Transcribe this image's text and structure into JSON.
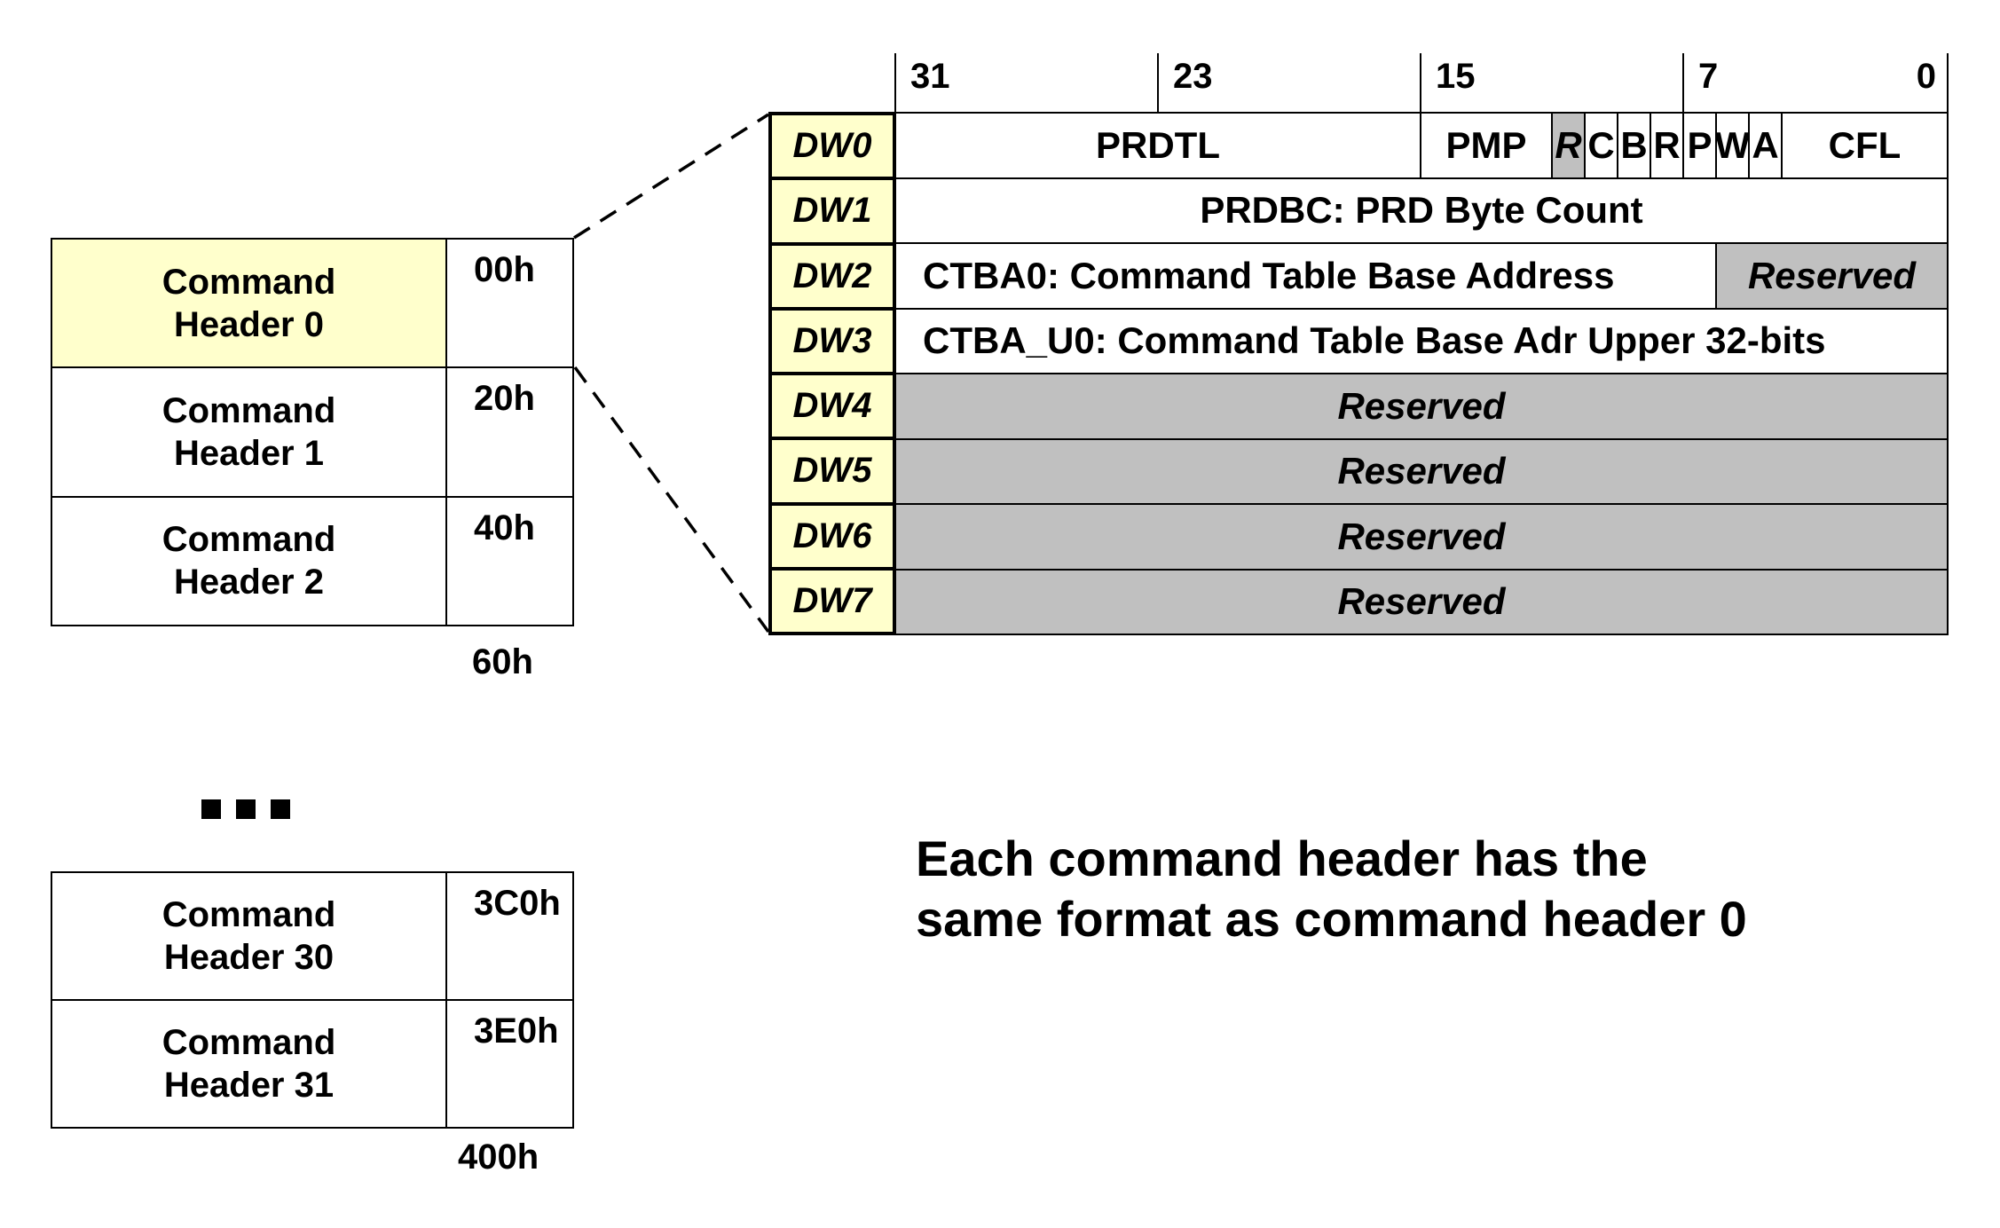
{
  "colors": {
    "highlight_yellow": "#FFFFCC",
    "reserved_gray": "#C0C0C0",
    "line_black": "#000000"
  },
  "command_list": {
    "top_group": {
      "rows": [
        {
          "line1": "Command",
          "line2": "Header 0",
          "address": "00h"
        },
        {
          "line1": "Command",
          "line2": "Header 1",
          "address": "20h"
        },
        {
          "line1": "Command",
          "line2": "Header 2",
          "address": "40h"
        }
      ],
      "end_address": "60h"
    },
    "bottom_group": {
      "rows": [
        {
          "line1": "Command",
          "line2": "Header 30",
          "address": "3C0h"
        },
        {
          "line1": "Command",
          "line2": "Header 31",
          "address": "3E0h"
        }
      ],
      "end_address": "400h"
    }
  },
  "bit_ruler": {
    "labels": [
      "31",
      "23",
      "15",
      "7",
      "0"
    ]
  },
  "dw_table": {
    "rows": [
      {
        "label": "DW0"
      },
      {
        "label": "DW1",
        "text": "PRDBC: PRD Byte Count"
      },
      {
        "label": "DW2",
        "text": "CTBA0: Command Table Base Address",
        "reserved": "Reserved"
      },
      {
        "label": "DW3",
        "text": "CTBA_U0: Command Table Base Adr Upper 32-bits"
      },
      {
        "label": "DW4",
        "text": "Reserved"
      },
      {
        "label": "DW5",
        "text": "Reserved"
      },
      {
        "label": "DW6",
        "text": "Reserved"
      },
      {
        "label": "DW7",
        "text": "Reserved"
      }
    ],
    "dw0_fields": [
      {
        "text": "PRDTL"
      },
      {
        "text": "PMP"
      },
      {
        "text": "R"
      },
      {
        "text": "C"
      },
      {
        "text": "B"
      },
      {
        "text": "R"
      },
      {
        "text": "P"
      },
      {
        "text": "W"
      },
      {
        "text": "A"
      },
      {
        "text": "CFL"
      }
    ]
  },
  "caption": {
    "line1": "Each command header has the",
    "line2": "same format as command header 0"
  }
}
